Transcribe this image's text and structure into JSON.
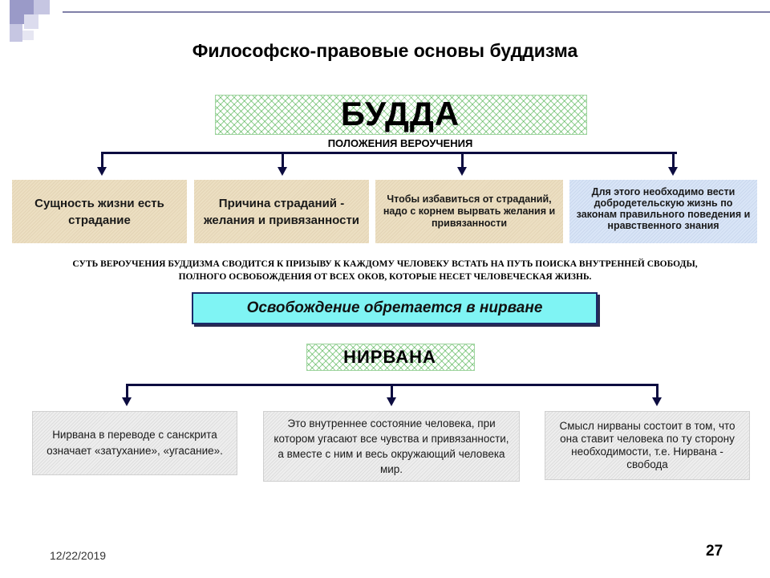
{
  "slide": {
    "title": "Философско-правовые основы буддизма",
    "date": "12/22/2019",
    "page_number": "27"
  },
  "buddha": {
    "title": "БУДДА",
    "subtitle": "ПОЛОЖЕНИЯ ВЕРОУЧЕНИЯ",
    "items": [
      {
        "text": "Сущность жизни есть страдание"
      },
      {
        "text": "Причина страданий - желания и привязанности"
      },
      {
        "text": "Чтобы избавиться от страданий, надо с корнем вырвать желания и привязанности"
      },
      {
        "text": "Для этого необходимо вести добродетельскую жизнь по законам правильного поведения и нравственного знания"
      }
    ]
  },
  "essence": {
    "text": "Суть вероучения буддизма сводится к призыву к каждому человеку встать на путь поиска внутренней свободы, полного освобождения от всех оков, которые несет человеческая жизнь."
  },
  "liberation": {
    "text": "Освобождение обретается в нирване"
  },
  "nirvana": {
    "title": "НИРВАНА",
    "items": [
      {
        "text": "Нирвана в переводе с санскрита означает «затухание», «угасание»."
      },
      {
        "text": "Это внутреннее состояние человека, при котором угасают все чувства и привязанности, а вместе с ним и весь окружающий человека мир."
      },
      {
        "text": "Смысл нирваны состоит в том, что она ставит человека по ту сторону необходимости, т.е. Нирвана - свобода"
      }
    ]
  },
  "colors": {
    "connector": "#0c0c40",
    "liberation_fill": "#7ff4f4",
    "hatch_green": "#3caa3c",
    "tan_box": "#ecdfc2",
    "blue_box": "#d9e5f7",
    "grey_box": "#eeeeee",
    "corner_square": "#9a9ac8"
  }
}
